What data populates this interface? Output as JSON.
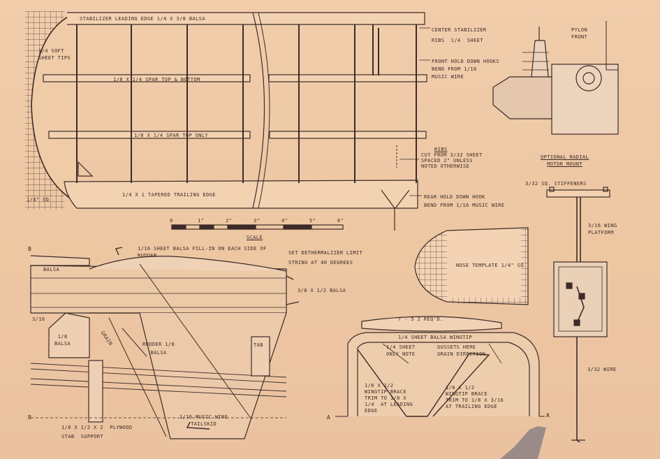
{
  "stabilizer": {
    "leading_edge": "STABILIZER LEADING EDGE  1/4 X 3/8  BALSA",
    "soft_tips": "1/4 SOFT\nSHEET TIPS",
    "spar_top_bottom": "1/8 X 1/4 SPAR TOP & BOTTOM",
    "spar_top_only": "1/8 X 1/4 SPAR TOP ONLY",
    "trailing_edge": "1/4 X 1  TAPERED TRAILING EDGE",
    "grid_note": "1/4\" SQ",
    "center_ribs": "CENTER STABILIZER\nRIBS  1/4  SHEET",
    "front_hooks": "FRONT HOLD DOWN HOOKS\nBEND FROM 1/16\nMUSIC WIRE",
    "ribs_title": "RIBS",
    "ribs_note": "CUT FROM 3/32 SHEET\nSPACED 2\" UNLESS\nNOTED OTHERWISE",
    "rear_hook": "REAR HOLD DOWN HOOK\nBEND FROM 1/16 MUSIC WIRE"
  },
  "scale": {
    "ticks": [
      "0",
      "1\"",
      "2\"",
      "3\"",
      "4\"",
      "5\"",
      "6\""
    ],
    "title": "SCALE"
  },
  "motor_mount": {
    "pylon": "PYLON\nFRONT",
    "title": "OPTIONAL RADIAL\nMOTOR MOUNT"
  },
  "pylon": {
    "stiffeners": "3/32 SQ. STIFFENERS",
    "wing_platform": "3/16 WING\nPLATFORM",
    "wire": "3/32 WIRE"
  },
  "rudder": {
    "fill_in": "1/16 SHEET BALSA FILL-IN ON EACH SIDE OF\nRUDDER",
    "dethermalizer": "SET DETHERMALIZER LIMIT\nSTRING AT 40 DEGREES",
    "balsa": "BALSA",
    "balsa_38x12": "3/8 X 1/2 BALSA",
    "b_top": "B",
    "b_bottom": "B",
    "dim_316": "3/16",
    "balsa_18": "1/8\nBALSA",
    "grain": "GRAIN",
    "rudder_label": "RUDDER 1/8\nBALSA",
    "tab": "TAB",
    "plywood": "1/8 X 1/2 X 2  PLYWOOD\nSTAB  SUPPORT",
    "tailskid": "1/16 MUSIC WIRE\nTAILSKID"
  },
  "nose_template": "NOSE TEMPLATE  1/4\" SQ.",
  "wingtip": {
    "t5": "T - 5     2 REQ'D.",
    "sheet": "1/4 SHEET BALSA WINGTIP",
    "sheet_only": "1/4 SHEET\nONLY NOTE",
    "gussets": "GUSSETS HERE\nGRAIN DIRECTION",
    "brace_left": "1/8 X 1/2\nWINGTIP BRACE\nTRIM TO 1/8 X\n1/4  AT LEADING\nEDGE",
    "brace_right": "1/8 X 1/2\nWINGTIP BRACE\nTRIM TO 1/8 X 3/16\nAT TRAILING EDGE",
    "a_left": "A",
    "a_right": "A"
  }
}
